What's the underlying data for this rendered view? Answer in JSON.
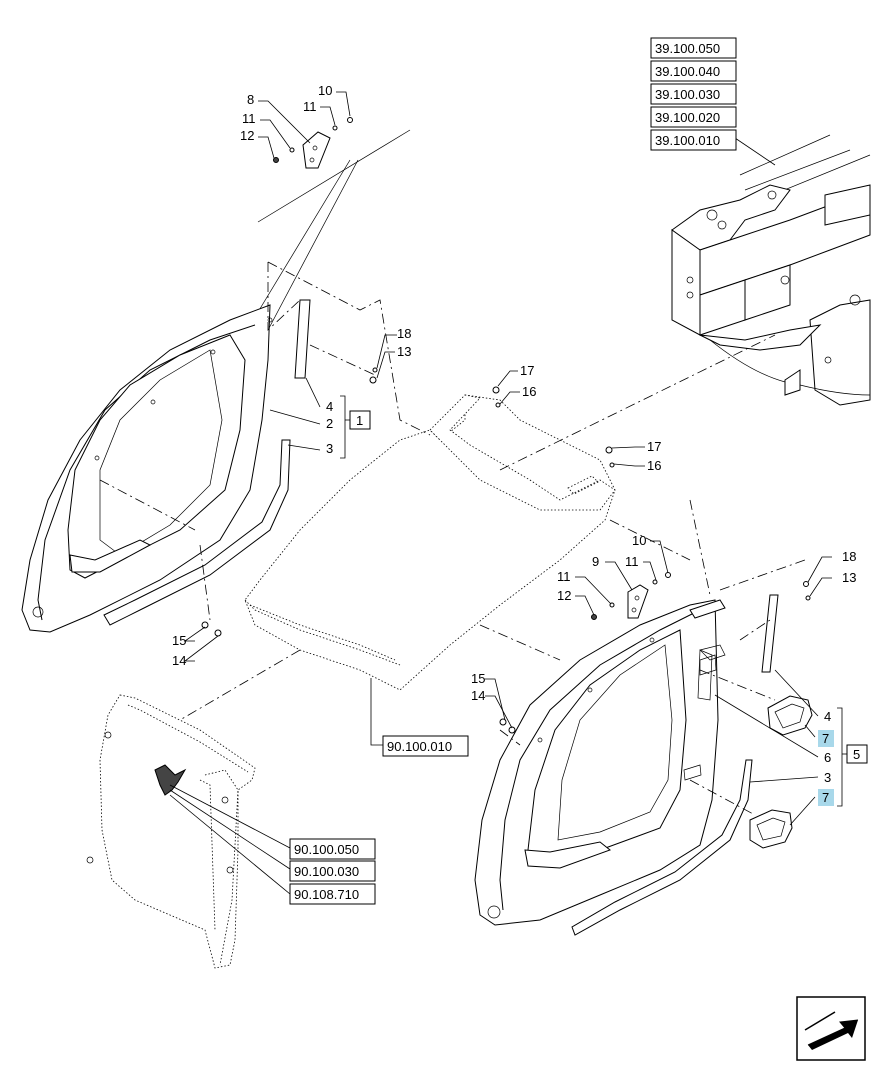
{
  "reference_boxes": [
    {
      "id": "ref-39-100-050",
      "label": "39.100.050"
    },
    {
      "id": "ref-39-100-040",
      "label": "39.100.040"
    },
    {
      "id": "ref-39-100-030",
      "label": "39.100.030"
    },
    {
      "id": "ref-39-100-020",
      "label": "39.100.020"
    },
    {
      "id": "ref-39-100-010",
      "label": "39.100.010"
    },
    {
      "id": "ref-90-100-010",
      "label": "90.100.010"
    },
    {
      "id": "ref-90-100-050",
      "label": "90.100.050"
    },
    {
      "id": "ref-90-100-030",
      "label": "90.100.030"
    },
    {
      "id": "ref-90-108-710",
      "label": "90.108.710"
    }
  ],
  "assembly_boxes": [
    {
      "id": "assembly-1",
      "label": "1"
    },
    {
      "id": "assembly-5",
      "label": "5"
    }
  ],
  "callouts": [
    {
      "id": "c10a",
      "label": "10"
    },
    {
      "id": "c8",
      "label": "8"
    },
    {
      "id": "c11a",
      "label": "11"
    },
    {
      "id": "c11b",
      "label": "11"
    },
    {
      "id": "c12a",
      "label": "12"
    },
    {
      "id": "c18a",
      "label": "18"
    },
    {
      "id": "c13a",
      "label": "13"
    },
    {
      "id": "c17a",
      "label": "17"
    },
    {
      "id": "c16a",
      "label": "16"
    },
    {
      "id": "c4a",
      "label": "4"
    },
    {
      "id": "c2",
      "label": "2"
    },
    {
      "id": "c3a",
      "label": "3"
    },
    {
      "id": "c17b",
      "label": "17"
    },
    {
      "id": "c16b",
      "label": "16"
    },
    {
      "id": "c10b",
      "label": "10"
    },
    {
      "id": "c9",
      "label": "9"
    },
    {
      "id": "c11c",
      "label": "11"
    },
    {
      "id": "c11d",
      "label": "11"
    },
    {
      "id": "c12b",
      "label": "12"
    },
    {
      "id": "c18b",
      "label": "18"
    },
    {
      "id": "c13b",
      "label": "13"
    },
    {
      "id": "c15a",
      "label": "15"
    },
    {
      "id": "c14a",
      "label": "14"
    },
    {
      "id": "c15b",
      "label": "15"
    },
    {
      "id": "c14b",
      "label": "14"
    },
    {
      "id": "c4b",
      "label": "4"
    },
    {
      "id": "c7a",
      "label": "7"
    },
    {
      "id": "c6",
      "label": "6"
    },
    {
      "id": "c3b",
      "label": "3"
    },
    {
      "id": "c7b",
      "label": "7"
    }
  ],
  "colors": {
    "highlight": "#a8d8ea",
    "line": "#000000",
    "background": "#ffffff"
  },
  "icons": {
    "navigation": "arrow-icon"
  }
}
